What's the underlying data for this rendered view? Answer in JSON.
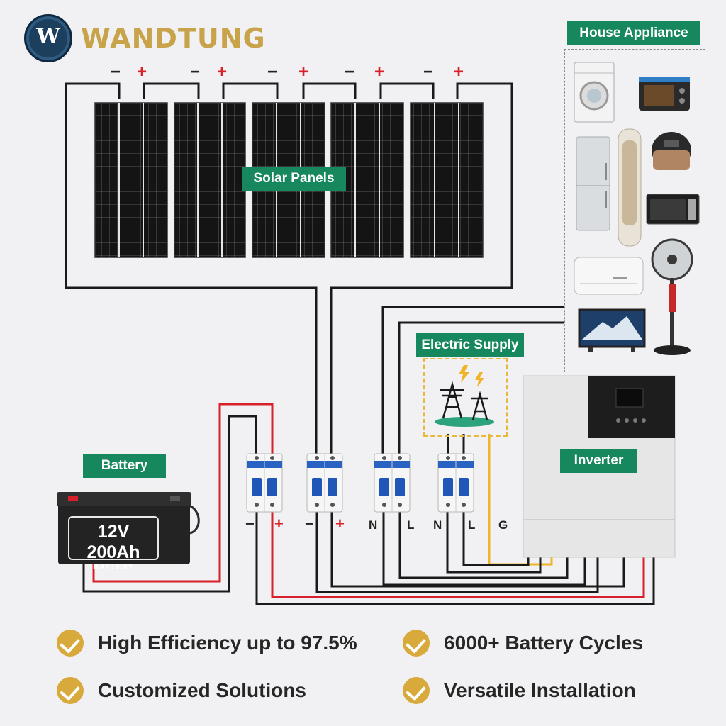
{
  "brand": {
    "name": "WANDTUNG",
    "mark": "W",
    "gold": "#c8a34a",
    "navy": "#1c3f5e"
  },
  "labels": {
    "solar_panels": "Solar Panels",
    "house_appliance": "House Appliance",
    "electric_supply": "Electric Supply",
    "battery": "Battery",
    "inverter": "Inverter"
  },
  "panel_polarity": {
    "minus": "−",
    "plus": "+"
  },
  "battery_info": {
    "rating": "12V 200Ah",
    "caption": "BATTERY"
  },
  "breaker_terminals": [
    "−",
    "+",
    "−",
    "+",
    "N",
    "L",
    "N",
    "L",
    "G"
  ],
  "appliances": [
    {
      "name": "washing-machine-icon"
    },
    {
      "name": "toaster-oven-icon"
    },
    {
      "name": "refrigerator-icon"
    },
    {
      "name": "tower-air-conditioner-icon"
    },
    {
      "name": "rice-cooker-icon"
    },
    {
      "name": "microwave-icon"
    },
    {
      "name": "split-air-conditioner-icon"
    },
    {
      "name": "standing-fan-icon"
    },
    {
      "name": "television-icon"
    }
  ],
  "features": [
    "High Efficiency up to 97.5%",
    "6000+ Battery Cycles",
    "Customized Solutions",
    "Versatile Installation"
  ],
  "colors": {
    "label_green": "#17875d",
    "wire_black": "#1a1a1a",
    "wire_red": "#d8202a",
    "wire_yellow": "#f0b429",
    "check_gold": "#d8a93b",
    "breaker_blue": "#1f56b8"
  }
}
